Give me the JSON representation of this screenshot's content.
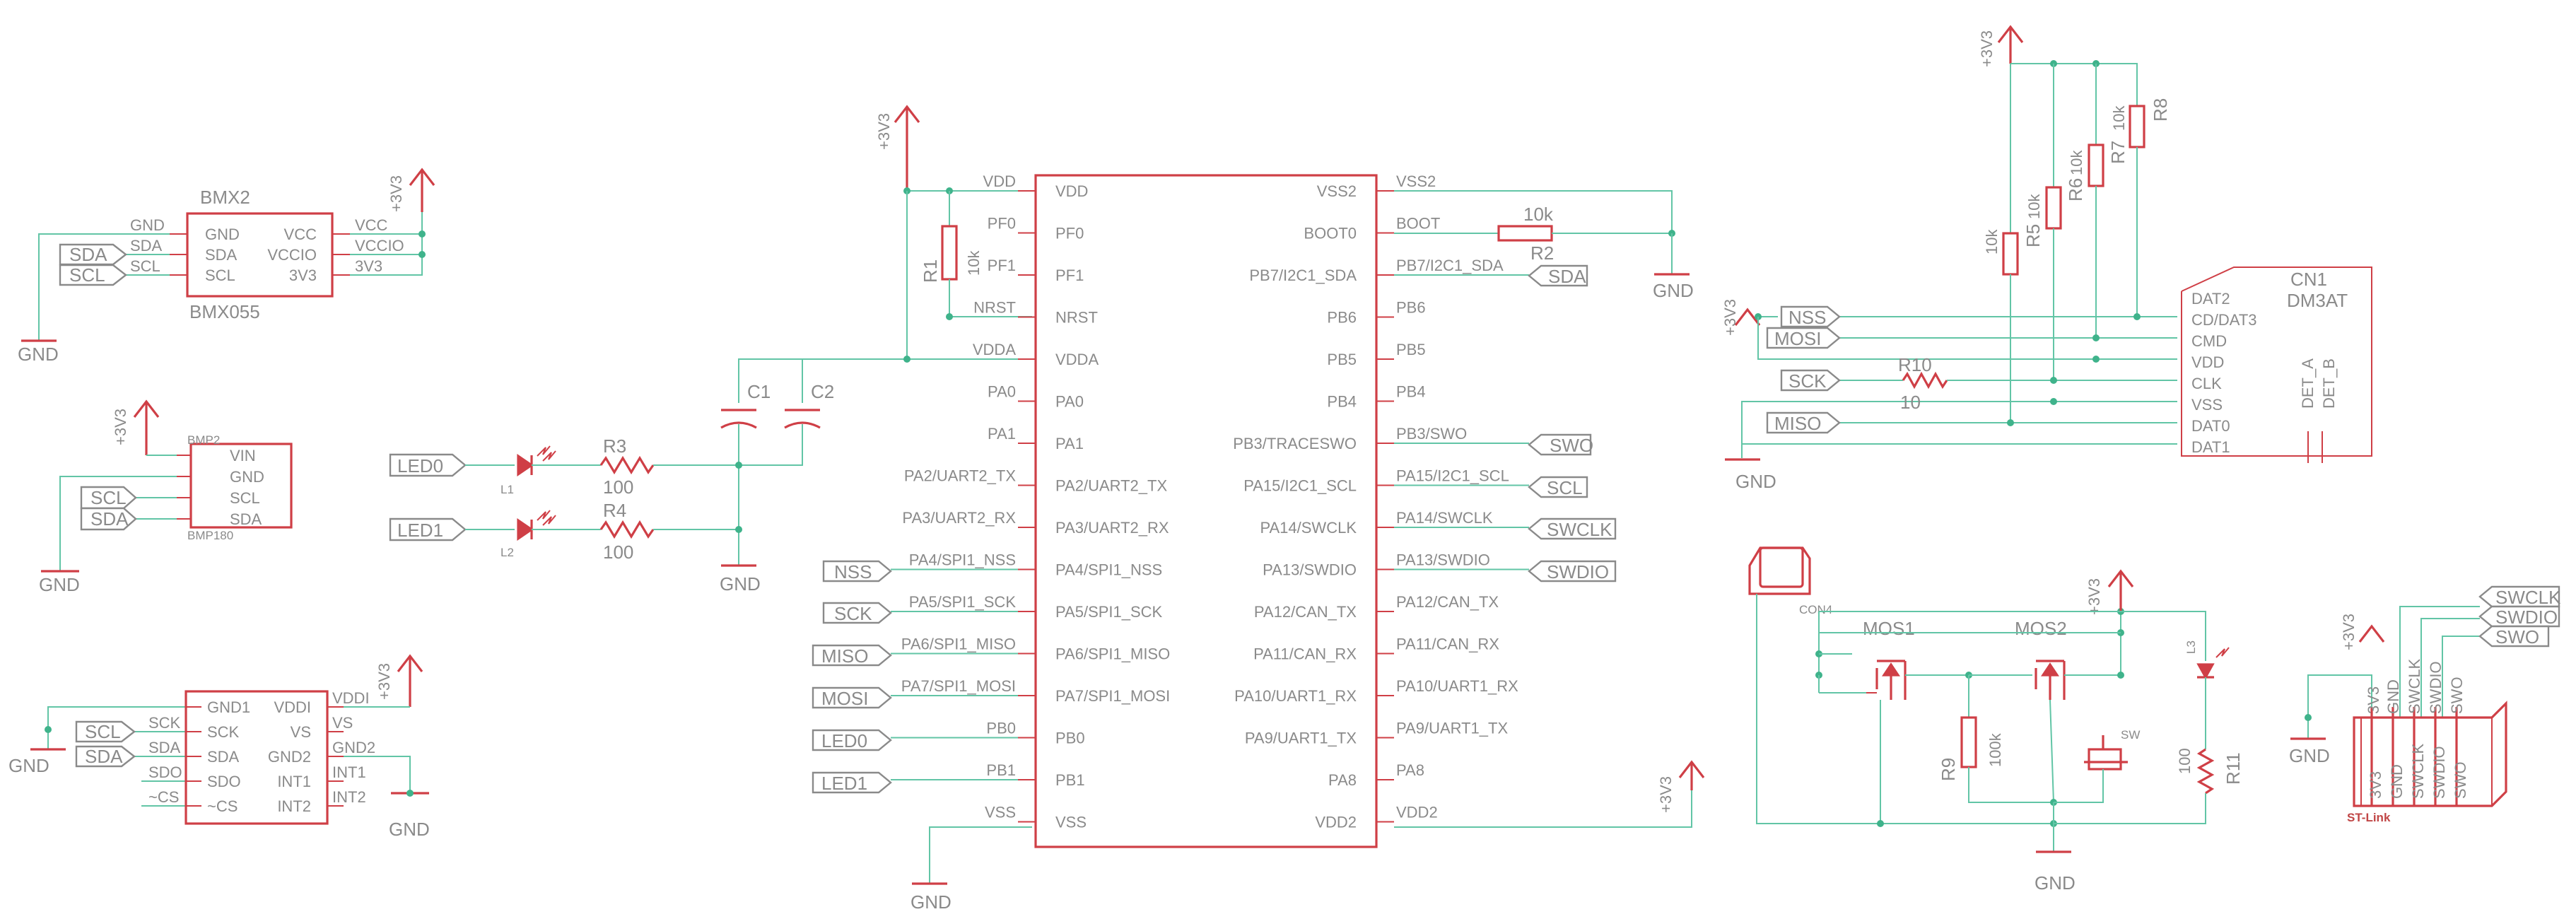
{
  "colors": {
    "wire": "#62c5a6",
    "component": "#cf3f46",
    "label": "#8a8a8a",
    "junction": "#3fb38b"
  },
  "supply": {
    "vcc": "+3V3",
    "gnd": "GND"
  },
  "bmx": {
    "name": "BMX2",
    "value": "BMX055",
    "left_pins": [
      "GND",
      "SDA",
      "SCL"
    ],
    "right_pins": [
      "VCC",
      "VCCIO",
      "3V3"
    ],
    "left_nets": [
      "GND",
      "SDA",
      "SCL"
    ],
    "right_nets": [
      "VCC",
      "VCCIO",
      "3V3"
    ],
    "net_flags": [
      "SDA",
      "SCL"
    ]
  },
  "bmp": {
    "name": "BMP2",
    "value": "BMP180",
    "pins": [
      "VIN",
      "GND",
      "SCL",
      "SDA"
    ],
    "net_flags": [
      "SCL",
      "SDA"
    ]
  },
  "imu": {
    "left_pins": [
      "GND1",
      "SCK",
      "SDA",
      "SDO",
      "~CS"
    ],
    "right_pins": [
      "VDDI",
      "VS",
      "GND2",
      "INT1",
      "INT2"
    ],
    "left_nets": [
      "SCK",
      "SDA",
      "SDO",
      "~CS"
    ],
    "right_nets": [
      "VDDI",
      "VS",
      "GND2",
      "INT1",
      "INT2"
    ],
    "net_flags": [
      "SCL",
      "SDA"
    ]
  },
  "leds": [
    {
      "flag": "LED0",
      "name": "L1",
      "resistor": "R3",
      "value": "100"
    },
    {
      "flag": "LED1",
      "name": "L2",
      "resistor": "R4",
      "value": "100"
    }
  ],
  "caps": [
    "C1",
    "C2"
  ],
  "r1": {
    "name": "R1",
    "value": "10k"
  },
  "r2": {
    "name": "R2",
    "value": "10k"
  },
  "mcu": {
    "left_pins": [
      "VDD",
      "PF0",
      "PF1",
      "NRST",
      "VDDA",
      "PA0",
      "PA1",
      "PA2/UART2_TX",
      "PA3/UART2_RX",
      "PA4/SPI1_NSS",
      "PA5/SPI1_SCK",
      "PA6/SPI1_MISO",
      "PA7/SPI1_MOSI",
      "PB0",
      "PB1",
      "VSS"
    ],
    "right_pins": [
      "VSS2",
      "BOOT0",
      "PB7/I2C1_SDA",
      "PB6",
      "PB5",
      "PB4",
      "PB3/TRACESWO",
      "PA15/I2C1_SCL",
      "PA14/SWCLK",
      "PA13/SWDIO",
      "PA12/CAN_TX",
      "PA11/CAN_RX",
      "PA10/UART1_RX",
      "PA9/UART1_TX",
      "PA8",
      "VDD2"
    ],
    "left_nets": [
      "VDD",
      "PF0",
      "PF1",
      "NRST",
      "VDDA",
      "PA0",
      "PA1",
      "PA2/UART2_TX",
      "PA3/UART2_RX",
      "PA4/SPI1_NSS",
      "PA5/SPI1_SCK",
      "PA6/SPI1_MISO",
      "PA7/SPI1_MOSI",
      "PB0",
      "PB1",
      "VSS"
    ],
    "right_nets": [
      "VSS2",
      "BOOT",
      "PB7/I2C1_SDA",
      "PB6",
      "PB5",
      "PB4",
      "PB3/SWO",
      "PA15/I2C1_SCL",
      "PA14/SWCLK",
      "PA13/SWDIO",
      "PA12/CAN_TX",
      "PA11/CAN_RX",
      "PA10/UART1_RX",
      "PA9/UART1_TX",
      "PA8",
      "VDD2"
    ],
    "left_flags": [
      "NSS",
      "SCK",
      "MISO",
      "MOSI",
      "LED0",
      "LED1"
    ],
    "right_flags": [
      "SDA",
      "SWO",
      "SCL",
      "SWCLK",
      "SWDIO"
    ]
  },
  "sd": {
    "name": "CN1",
    "value": "DM3AT",
    "pins": [
      "DAT2",
      "CD/DAT3",
      "CMD",
      "VDD",
      "CLK",
      "VSS",
      "DAT0",
      "DAT1"
    ],
    "det": [
      "DET_A",
      "DET_B"
    ],
    "flags": [
      "NSS",
      "MOSI",
      "SCK",
      "MISO"
    ],
    "r10": {
      "name": "R10",
      "value": "10"
    },
    "pullups": [
      {
        "name": "R5",
        "value": "10k"
      },
      {
        "name": "R6",
        "value": "10k"
      },
      {
        "name": "R7",
        "value": "10k"
      },
      {
        "name": "R8",
        "value": "10k"
      }
    ]
  },
  "power": {
    "con": "CON4",
    "mos1": "MOS1",
    "mos2": "MOS2",
    "r9": {
      "name": "R9",
      "value": "100k"
    },
    "r11": {
      "name": "R11",
      "value": "100"
    },
    "led": "L3",
    "sw": "SW"
  },
  "stlink": {
    "name": "ST-Link",
    "pins_top": [
      "3V3",
      "GND",
      "SWCLK",
      "SWDIO",
      "SWO"
    ],
    "pins_bottom": [
      "3V3",
      "GND",
      "SWCLK",
      "SWDIO",
      "SWO"
    ],
    "flags": [
      "SWCLK",
      "SWDIO",
      "SWO"
    ]
  }
}
